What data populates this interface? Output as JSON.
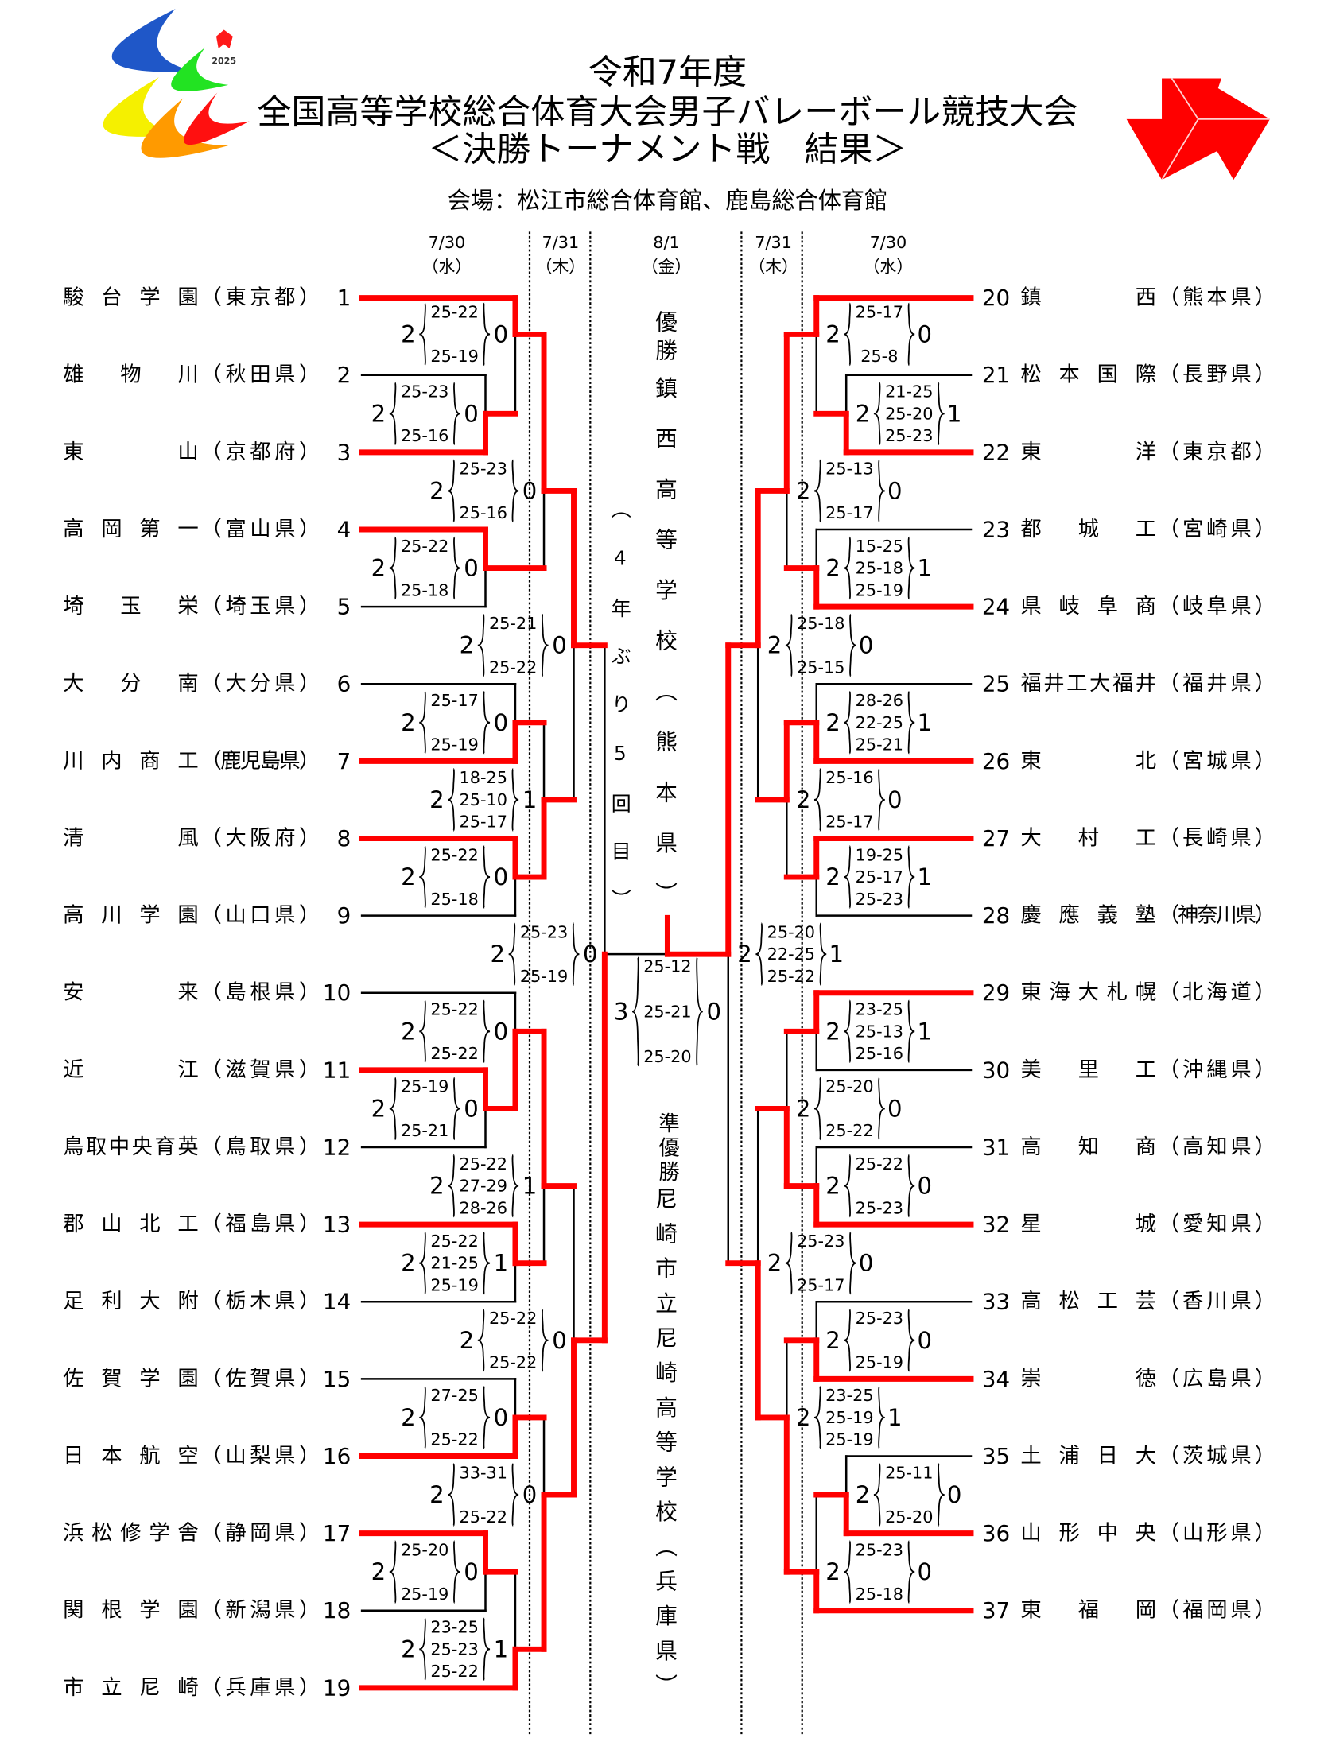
{
  "header": {
    "title_line1": "令和7年度",
    "title_line2": "全国高等学校総合体育大会男子バレーボール競技大会",
    "title_line3": "＜決勝トーナメント戦　結果＞",
    "venue": "会場：松江市総合体育館、鹿島総合体育館",
    "logo_year": "2025"
  },
  "colors": {
    "winner_line": "#ff0000",
    "loser_line": "#000000"
  },
  "rounds": [
    {
      "date": "7/30",
      "day": "（水）"
    },
    {
      "date": "7/31",
      "day": "（木）"
    },
    {
      "date": "8/1",
      "day": "（金）"
    },
    {
      "date": "7/31",
      "day": "（木）"
    },
    {
      "date": "7/30",
      "day": "（水）"
    }
  ],
  "teams_left": [
    {
      "seed": "1",
      "name": "駿台学園",
      "pref": "（東京都）"
    },
    {
      "seed": "2",
      "name": "雄物川",
      "pref": "（秋田県）"
    },
    {
      "seed": "3",
      "name": "東山",
      "pref": "（京都府）"
    },
    {
      "seed": "4",
      "name": "高岡第一",
      "pref": "（富山県）"
    },
    {
      "seed": "5",
      "name": "埼玉栄",
      "pref": "（埼玉県）"
    },
    {
      "seed": "6",
      "name": "大分南",
      "pref": "（大分県）"
    },
    {
      "seed": "7",
      "name": "川内商工",
      "pref": "（鹿児島県）"
    },
    {
      "seed": "8",
      "name": "清風",
      "pref": "（大阪府）"
    },
    {
      "seed": "9",
      "name": "高川学園",
      "pref": "（山口県）"
    },
    {
      "seed": "10",
      "name": "安来",
      "pref": "（島根県）"
    },
    {
      "seed": "11",
      "name": "近江",
      "pref": "（滋賀県）"
    },
    {
      "seed": "12",
      "name": "鳥取中央育英",
      "pref": "（鳥取県）"
    },
    {
      "seed": "13",
      "name": "郡山北工",
      "pref": "（福島県）"
    },
    {
      "seed": "14",
      "name": "足利大附",
      "pref": "（栃木県）"
    },
    {
      "seed": "15",
      "name": "佐賀学園",
      "pref": "（佐賀県）"
    },
    {
      "seed": "16",
      "name": "日本航空",
      "pref": "（山梨県）"
    },
    {
      "seed": "17",
      "name": "浜松修学舎",
      "pref": "（静岡県）"
    },
    {
      "seed": "18",
      "name": "関根学園",
      "pref": "（新潟県）"
    },
    {
      "seed": "19",
      "name": "市立尼崎",
      "pref": "（兵庫県）"
    }
  ],
  "teams_right": [
    {
      "seed": "20",
      "name": "鎮西",
      "pref": "（熊本県）"
    },
    {
      "seed": "21",
      "name": "松本国際",
      "pref": "（長野県）"
    },
    {
      "seed": "22",
      "name": "東洋",
      "pref": "（東京都）"
    },
    {
      "seed": "23",
      "name": "都城工",
      "pref": "（宮崎県）"
    },
    {
      "seed": "24",
      "name": "県岐阜商",
      "pref": "（岐阜県）"
    },
    {
      "seed": "25",
      "name": "福井工大福井",
      "pref": "（福井県）"
    },
    {
      "seed": "26",
      "name": "東北",
      "pref": "（宮城県）"
    },
    {
      "seed": "27",
      "name": "大村工",
      "pref": "（長崎県）"
    },
    {
      "seed": "28",
      "name": "慶應義塾",
      "pref": "（神奈川県）"
    },
    {
      "seed": "29",
      "name": "東海大札幌",
      "pref": "（北海道）"
    },
    {
      "seed": "30",
      "name": "美里工",
      "pref": "（沖縄県）"
    },
    {
      "seed": "31",
      "name": "高知商",
      "pref": "（高知県）"
    },
    {
      "seed": "32",
      "name": "星城",
      "pref": "（愛知県）"
    },
    {
      "seed": "33",
      "name": "高松工芸",
      "pref": "（香川県）"
    },
    {
      "seed": "34",
      "name": "崇徳",
      "pref": "（広島県）"
    },
    {
      "seed": "35",
      "name": "土浦日大",
      "pref": "（茨城県）"
    },
    {
      "seed": "36",
      "name": "山形中央",
      "pref": "（山形県）"
    },
    {
      "seed": "37",
      "name": "東福岡",
      "pref": "（福岡県）"
    }
  ],
  "matches": {
    "L_2_3": {
      "w": "2",
      "l": "0",
      "sets": [
        "25-23",
        "25-16"
      ]
    },
    "L_1": {
      "w": "2",
      "l": "0",
      "sets": [
        "25-22",
        "25-19"
      ]
    },
    "L_4_5": {
      "w": "2",
      "l": "0",
      "sets": [
        "25-22",
        "25-18"
      ]
    },
    "L_QA": {
      "w": "2",
      "l": "0",
      "sets": [
        "25-23",
        "25-16"
      ]
    },
    "L_6_7": {
      "w": "2",
      "l": "0",
      "sets": [
        "25-17",
        "25-19"
      ]
    },
    "L_8_9": {
      "w": "2",
      "l": "0",
      "sets": [
        "25-22",
        "25-18"
      ]
    },
    "L_QB": {
      "w": "2",
      "l": "1",
      "sets": [
        "18-25",
        "25-10",
        "25-17"
      ]
    },
    "L_R3a": {
      "w": "2",
      "l": "0",
      "sets": [
        "25-21",
        "25-22"
      ]
    },
    "L_11_12": {
      "w": "2",
      "l": "0",
      "sets": [
        "25-19",
        "25-21"
      ]
    },
    "L_10": {
      "w": "2",
      "l": "0",
      "sets": [
        "25-22",
        "25-22"
      ]
    },
    "L_13_14": {
      "w": "2",
      "l": "1",
      "sets": [
        "25-22",
        "21-25",
        "25-19"
      ]
    },
    "L_QC": {
      "w": "2",
      "l": "1",
      "sets": [
        "25-22",
        "27-29",
        "28-26"
      ]
    },
    "L_15_16": {
      "w": "2",
      "l": "0",
      "sets": [
        "27-25",
        "25-22"
      ]
    },
    "L_17_18": {
      "w": "2",
      "l": "0",
      "sets": [
        "25-20",
        "25-19"
      ]
    },
    "L_19": {
      "w": "2",
      "l": "1",
      "sets": [
        "23-25",
        "25-23",
        "25-22"
      ]
    },
    "L_QD": {
      "w": "2",
      "l": "0",
      "sets": [
        "33-31",
        "25-22"
      ]
    },
    "L_R3b": {
      "w": "2",
      "l": "0",
      "sets": [
        "25-22",
        "25-22"
      ]
    },
    "L_SF": {
      "w": "2",
      "l": "0",
      "sets": [
        "25-23",
        "25-19"
      ]
    },
    "R_21_22": {
      "w": "2",
      "l": "1",
      "sets": [
        "21-25",
        "25-20",
        "25-23"
      ]
    },
    "R_20": {
      "w": "2",
      "l": "0",
      "sets": [
        "25-17",
        "25-8"
      ]
    },
    "R_23_24": {
      "w": "2",
      "l": "1",
      "sets": [
        "15-25",
        "25-18",
        "25-19"
      ]
    },
    "R_QA": {
      "w": "2",
      "l": "0",
      "sets": [
        "25-13",
        "25-17"
      ]
    },
    "R_25_26": {
      "w": "2",
      "l": "1",
      "sets": [
        "28-26",
        "22-25",
        "25-21"
      ]
    },
    "R_27_28": {
      "w": "2",
      "l": "1",
      "sets": [
        "19-25",
        "25-17",
        "25-23"
      ]
    },
    "R_QB": {
      "w": "2",
      "l": "0",
      "sets": [
        "25-16",
        "25-17"
      ]
    },
    "R_R3a": {
      "w": "2",
      "l": "0",
      "sets": [
        "25-18",
        "25-15"
      ]
    },
    "R_29_30": {
      "w": "2",
      "l": "1",
      "sets": [
        "23-25",
        "25-13",
        "25-16"
      ]
    },
    "R_31_32": {
      "w": "2",
      "l": "0",
      "sets": [
        "25-22",
        "25-23"
      ]
    },
    "R_QC": {
      "w": "2",
      "l": "0",
      "sets": [
        "25-20",
        "25-22"
      ]
    },
    "R_33_34": {
      "w": "2",
      "l": "0",
      "sets": [
        "25-23",
        "25-19"
      ]
    },
    "R_35_36": {
      "w": "2",
      "l": "0",
      "sets": [
        "25-11",
        "25-20"
      ]
    },
    "R_37": {
      "w": "2",
      "l": "0",
      "sets": [
        "25-23",
        "25-18"
      ]
    },
    "R_QD": {
      "w": "2",
      "l": "1",
      "sets": [
        "23-25",
        "25-19",
        "25-19"
      ]
    },
    "R_R3b": {
      "w": "2",
      "l": "0",
      "sets": [
        "25-23",
        "25-17"
      ]
    },
    "R_SF": {
      "w": "2",
      "l": "1",
      "sets": [
        "25-20",
        "22-25",
        "25-22"
      ]
    }
  },
  "final": {
    "left": "3",
    "right": "0",
    "sets": [
      "25-12",
      "25-21",
      "25-20"
    ]
  },
  "champion": {
    "label": "優勝",
    "school": "鎮西高等学校（熊本県）",
    "note": "（4年ぶり5回目）"
  },
  "runner_up": {
    "label": "準優勝",
    "school": "尼崎市立尼崎高等学校（兵庫県）"
  }
}
